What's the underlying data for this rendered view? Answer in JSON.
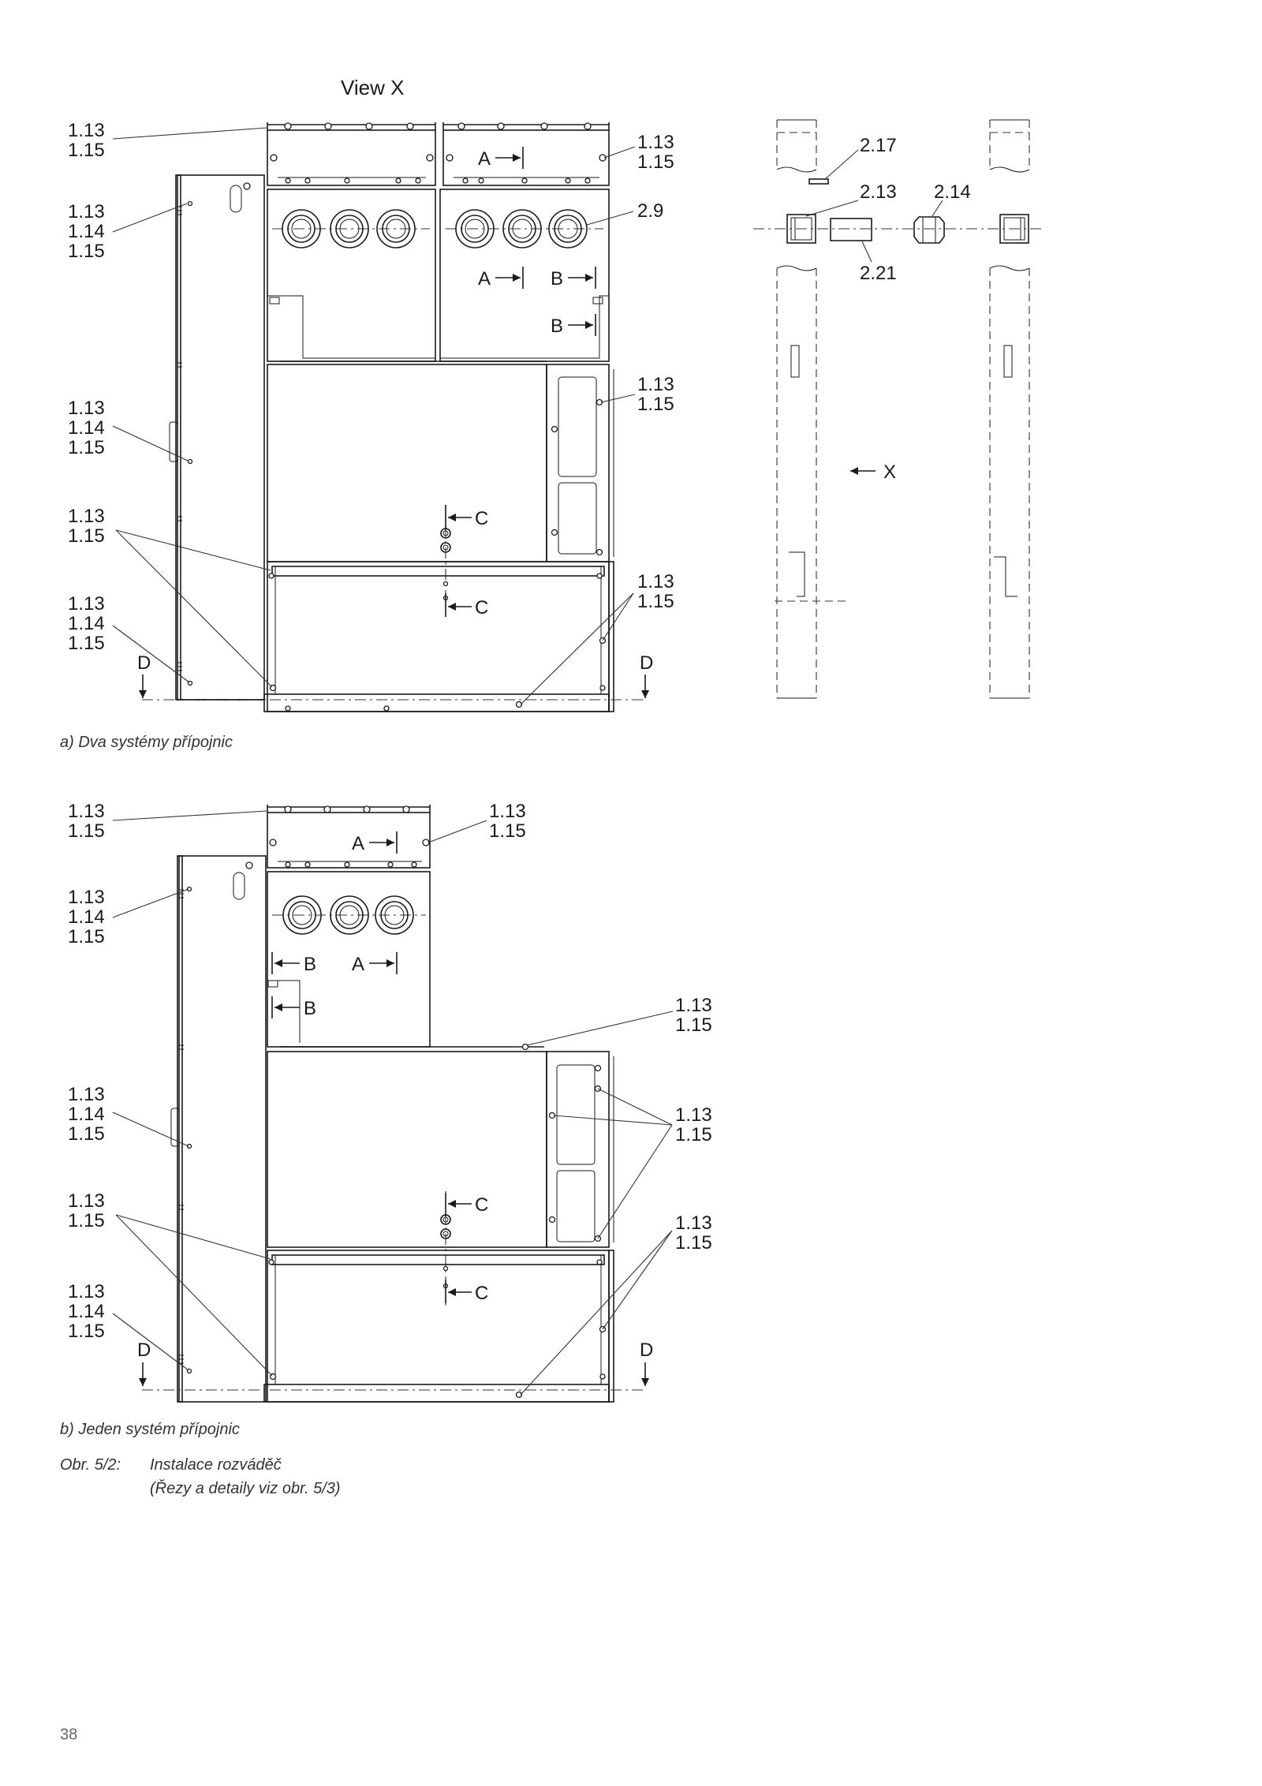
{
  "view_title": "View X",
  "view_marker": "X",
  "diagram_a": {
    "callouts_left": [
      {
        "id": "a-l1",
        "lines": [
          "1.13",
          "1.15"
        ]
      },
      {
        "id": "a-l2",
        "lines": [
          "1.13",
          "1.14",
          "1.15"
        ]
      },
      {
        "id": "a-l3",
        "lines": [
          "1.13",
          "1.14",
          "1.15"
        ]
      },
      {
        "id": "a-l4",
        "lines": [
          "1.13",
          "1.15"
        ]
      },
      {
        "id": "a-l5",
        "lines": [
          "1.13",
          "1.14",
          "1.15"
        ]
      }
    ],
    "callouts_right": [
      {
        "id": "a-r1",
        "lines": [
          "1.13",
          "1.15"
        ]
      },
      {
        "id": "a-r2",
        "lines": [
          "2.9"
        ]
      },
      {
        "id": "a-r3",
        "lines": [
          "1.13",
          "1.15"
        ]
      },
      {
        "id": "a-r4",
        "lines": [
          "1.13",
          "1.15"
        ]
      }
    ],
    "section_marks": [
      "A",
      "A",
      "B",
      "B",
      "C",
      "C",
      "D",
      "D"
    ],
    "caption": "a)  Dva systémy přípojnic"
  },
  "detail_view": {
    "labels": [
      "2.17",
      "2.13",
      "2.14",
      "2.21"
    ]
  },
  "diagram_b": {
    "callouts_left": [
      {
        "id": "b-l1",
        "lines": [
          "1.13",
          "1.15"
        ]
      },
      {
        "id": "b-l2",
        "lines": [
          "1.13",
          "1.14",
          "1.15"
        ]
      },
      {
        "id": "b-l3",
        "lines": [
          "1.13",
          "1.14",
          "1.15"
        ]
      },
      {
        "id": "b-l4",
        "lines": [
          "1.13",
          "1.15"
        ]
      },
      {
        "id": "b-l5",
        "lines": [
          "1.13",
          "1.14",
          "1.15"
        ]
      }
    ],
    "callouts_right": [
      {
        "id": "b-r1",
        "lines": [
          "1.13",
          "1.15"
        ]
      },
      {
        "id": "b-r2",
        "lines": [
          "1.13",
          "1.15"
        ]
      },
      {
        "id": "b-r3",
        "lines": [
          "1.13",
          "1.15"
        ]
      },
      {
        "id": "b-r4",
        "lines": [
          "1.13",
          "1.15"
        ]
      }
    ],
    "section_marks": [
      "A",
      "A",
      "B",
      "B",
      "C",
      "C",
      "D",
      "D"
    ],
    "caption": "b)  Jeden systém přípojnic"
  },
  "figure": {
    "number": "Obr. 5/2:",
    "title": "Instalace rozváděč",
    "subtitle": "(Řezy a detaily viz obr. 5/3)"
  },
  "page_number": "38"
}
